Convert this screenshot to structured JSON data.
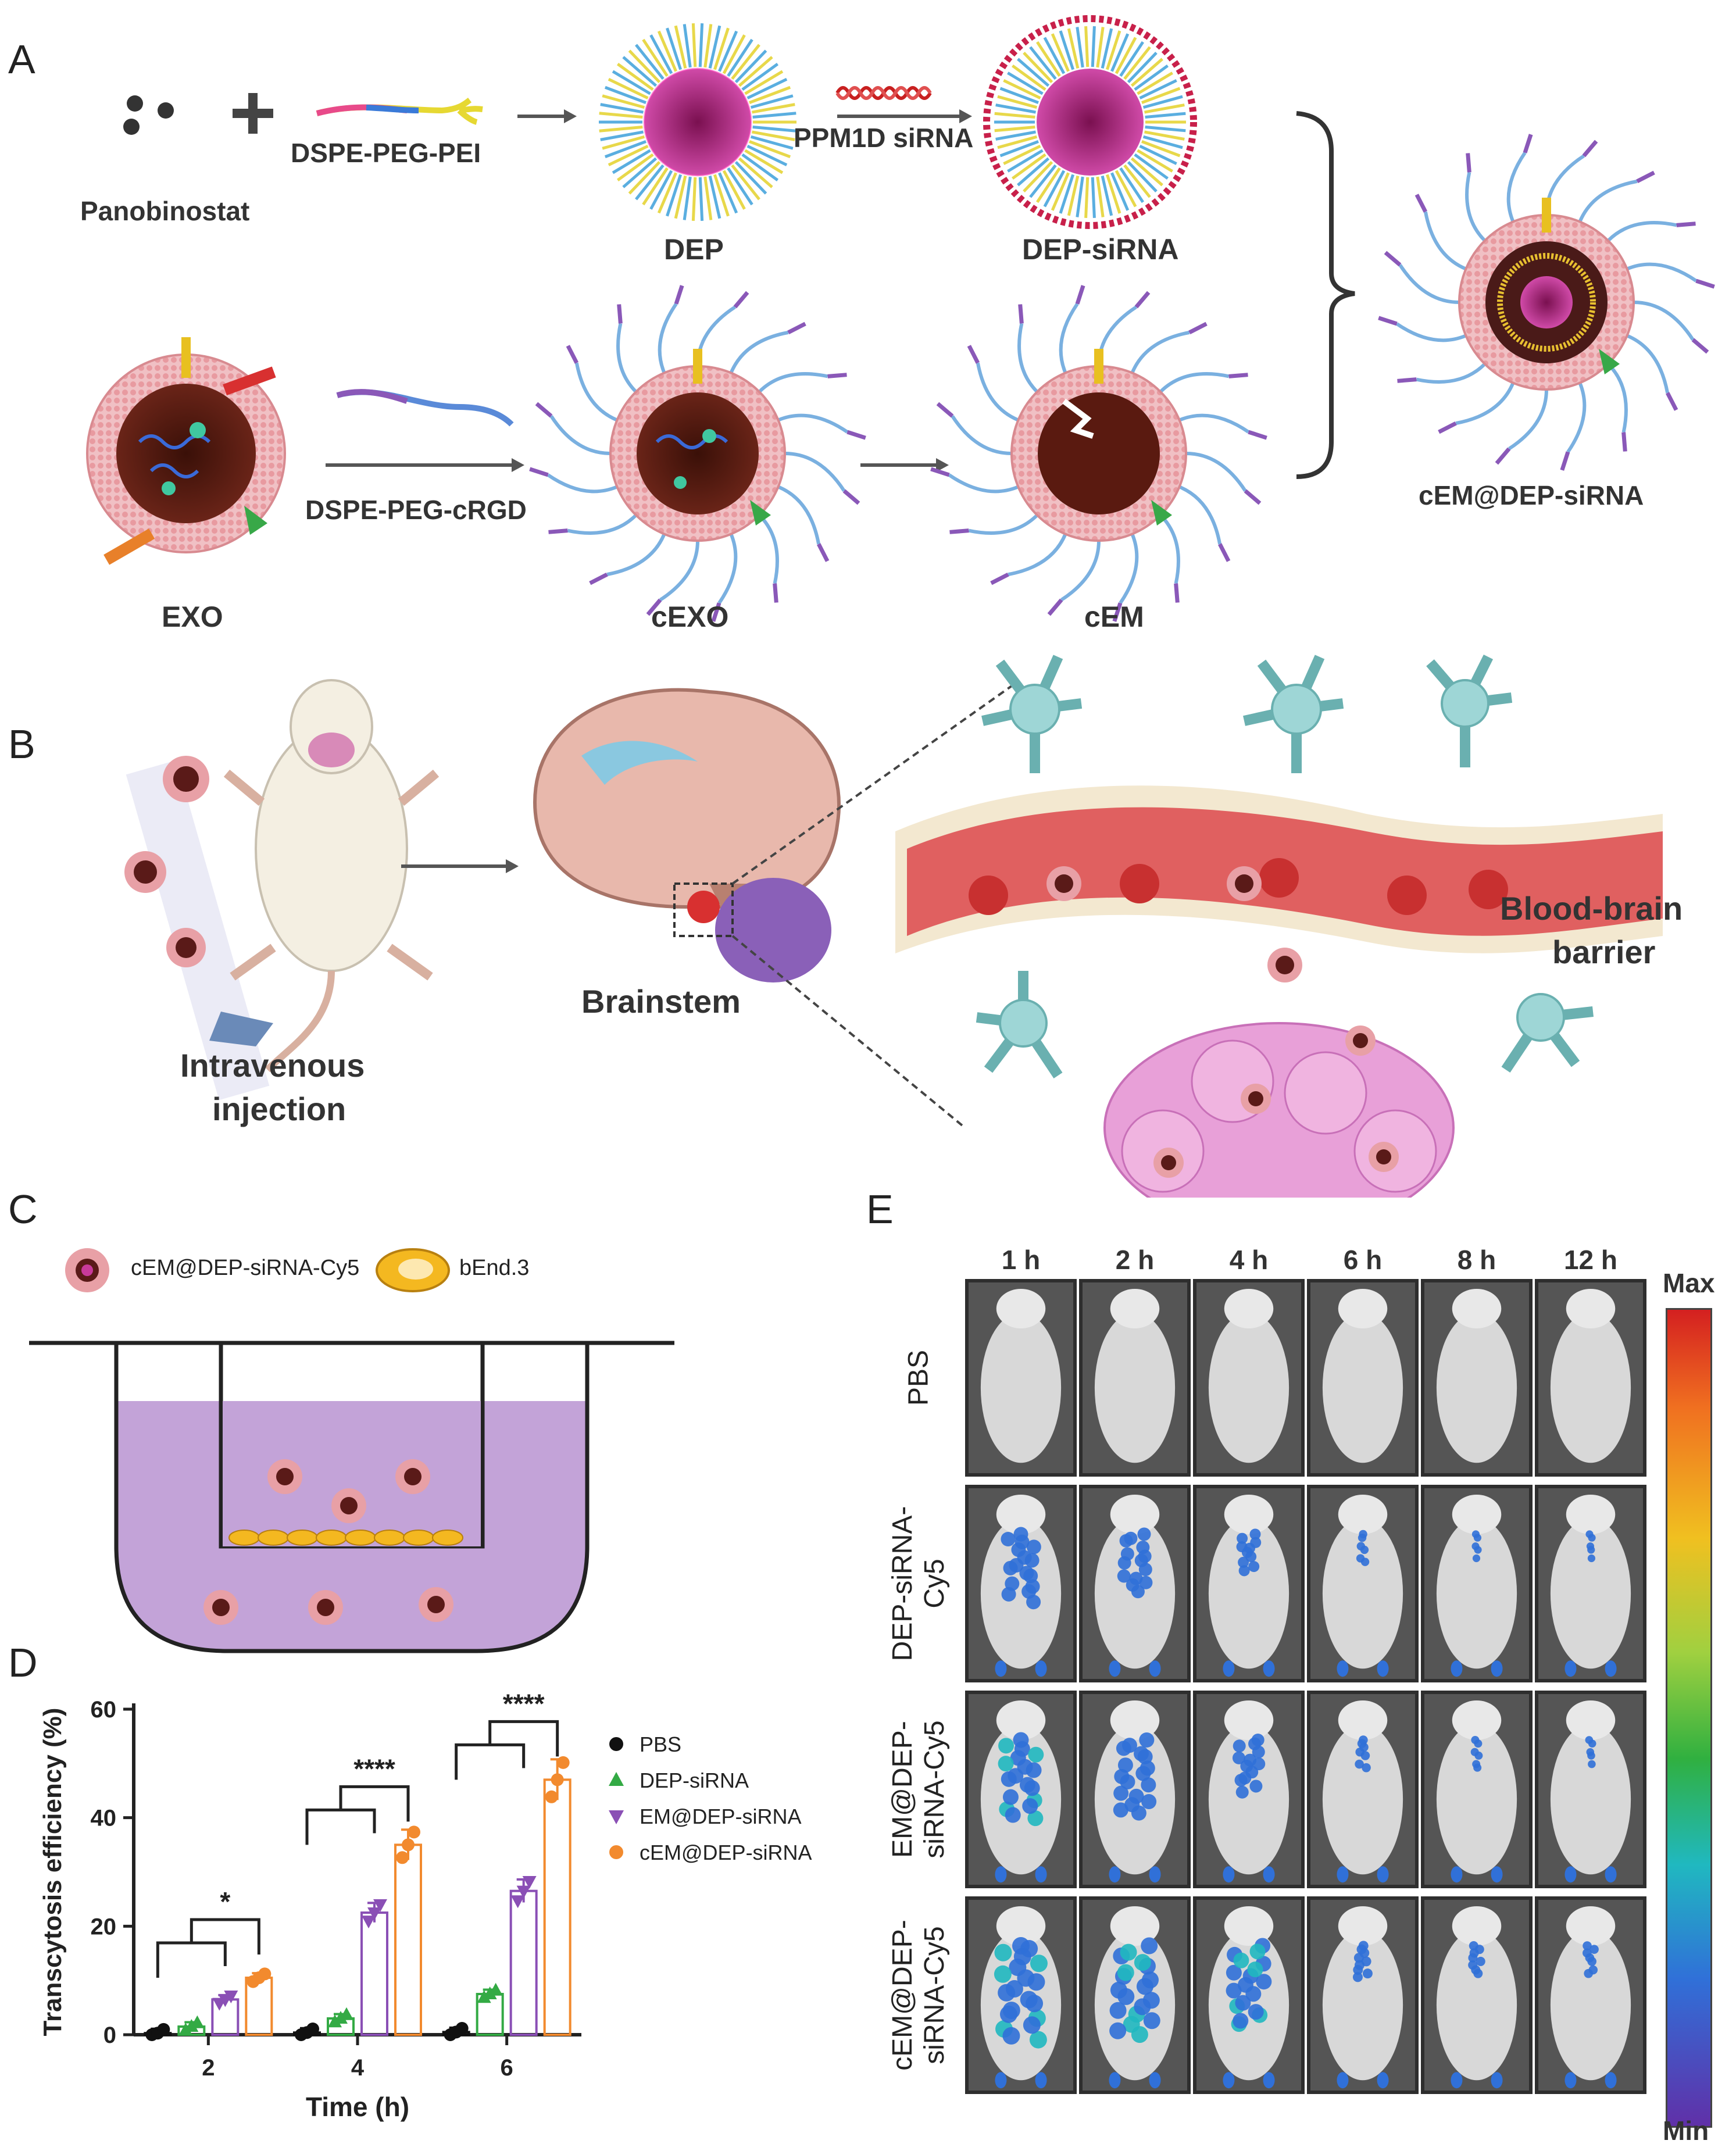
{
  "panels": {
    "a": "A",
    "b": "B",
    "c": "C",
    "d": "D",
    "e": "E"
  },
  "panel_a": {
    "drug": "Panobinostat",
    "polymer": "DSPE-PEG-PEI",
    "dep": "DEP",
    "sirna_step": "PPM1D siRNA",
    "dep_sirna": "DEP-siRNA",
    "exo": "EXO",
    "crgd": "DSPE-PEG-cRGD",
    "cexo": "cEXO",
    "cem": "cEM",
    "final": "cEM@DEP-siRNA"
  },
  "panel_b": {
    "injection_line1": "Intravenous",
    "injection_line2": "injection",
    "brainstem": "Brainstem",
    "bbb_line1": "Blood-brain",
    "bbb_line2": "barrier"
  },
  "panel_c": {
    "legend_np": "cEM@DEP-siRNA-Cy5",
    "legend_cell": "bEnd.3"
  },
  "chart_data": {
    "type": "scatter",
    "ylabel": "Transcytosis efficiency (%)",
    "xlabel": "Time (h)",
    "categories": [
      "2",
      "4",
      "6"
    ],
    "ylim": [
      0,
      60
    ],
    "yticks": [
      "0",
      "20",
      "40",
      "60"
    ],
    "series": [
      {
        "name": "PBS",
        "color": "#111111",
        "marker": "circle",
        "values": [
          0.3,
          0.4,
          0.5
        ]
      },
      {
        "name": "DEP-siRNA",
        "color": "#33aa44",
        "marker": "triangle-up",
        "values": [
          1.5,
          3,
          7.5
        ]
      },
      {
        "name": "EM@DEP-siRNA",
        "color": "#8a4fb5",
        "marker": "triangle-down",
        "values": [
          6.5,
          22.5,
          26.5
        ]
      },
      {
        "name": "cEM@DEP-siRNA",
        "color": "#f28a2e",
        "marker": "circle",
        "values": [
          10.5,
          35,
          47
        ]
      }
    ],
    "significance": [
      "*",
      "****",
      "****"
    ]
  },
  "panel_e": {
    "times": [
      "1 h",
      "2 h",
      "4 h",
      "6 h",
      "8 h",
      "12 h"
    ],
    "rows": [
      {
        "line1": "PBS",
        "line2": "",
        "signal": [
          0,
          0,
          0,
          0,
          0,
          0
        ]
      },
      {
        "line1": "DEP-siRNA-",
        "line2": "Cy5",
        "signal": [
          0.65,
          0.55,
          0.35,
          0.12,
          0.06,
          0.06
        ]
      },
      {
        "line1": "EM@DEP-",
        "line2": "siRNA-Cy5",
        "signal": [
          0.75,
          0.7,
          0.5,
          0.18,
          0.1,
          0.08
        ]
      },
      {
        "line1": "cEM@DEP-",
        "line2": "siRNA-Cy5",
        "signal": [
          0.9,
          0.85,
          0.75,
          0.25,
          0.2,
          0.18
        ]
      }
    ],
    "scale_max": "Max",
    "scale_min": "Min"
  },
  "colors": {
    "lipid_pink": "#e8a0a6",
    "core_magenta": "#c83a9a",
    "peg_yellow": "#e8d84a",
    "peg_blue": "#5aaee0",
    "blood_red": "#d84a4a",
    "astro_teal": "#8ed0d0",
    "tumor_pink": "#e89ad8",
    "well_purple": "#c3a3d8"
  }
}
